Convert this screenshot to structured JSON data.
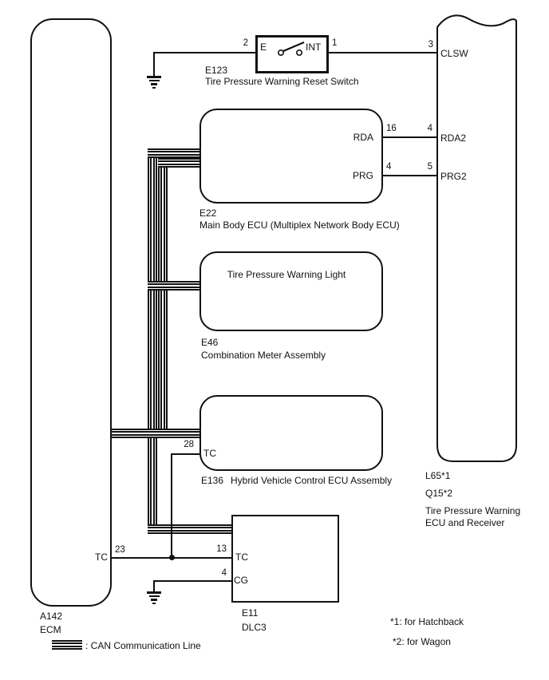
{
  "legend": {
    "can_line": ": CAN Communication Line"
  },
  "notes": {
    "n1": "*1: for Hatchback",
    "n2": "*2: for Wagon"
  },
  "components": {
    "ecm": {
      "id": "A142",
      "name": "ECM",
      "pins": {
        "tc_label": "TC",
        "tc_num": "23"
      }
    },
    "reset_switch": {
      "id": "E123",
      "name": "Tire Pressure Warning Reset Switch",
      "terminal_e": "E",
      "terminal_int": "INT",
      "pin_left": "2",
      "pin_right": "1"
    },
    "receiver": {
      "id_hatchback": "L65*1",
      "id_wagon": "Q15*2",
      "name_line1": "Tire Pressure Warning",
      "name_line2": "ECU and Receiver",
      "pins": {
        "clsw_num": "3",
        "clsw": "CLSW",
        "rda2_num": "4",
        "rda2": "RDA2",
        "prg2_num": "5",
        "prg2": "PRG2"
      }
    },
    "main_body_ecu": {
      "id": "E22",
      "name": "Main Body ECU (Multiplex Network Body ECU)",
      "pins": {
        "rda": "RDA",
        "rda_num": "16",
        "prg": "PRG",
        "prg_num": "4"
      }
    },
    "combination_meter": {
      "id": "E46",
      "name": "Combination Meter Assembly",
      "inner_label": "Tire Pressure Warning Light"
    },
    "hv_ecu": {
      "id": "E136",
      "name": "Hybrid Vehicle Control ECU Assembly",
      "pins": {
        "tc_num": "28",
        "tc": "TC"
      }
    },
    "dlc3": {
      "id": "E11",
      "name": "DLC3",
      "pins": {
        "tc_num": "13",
        "tc": "TC",
        "cg_num": "4",
        "cg": "CG"
      }
    }
  },
  "colors": {
    "line": "#111111",
    "background": "#ffffff"
  }
}
